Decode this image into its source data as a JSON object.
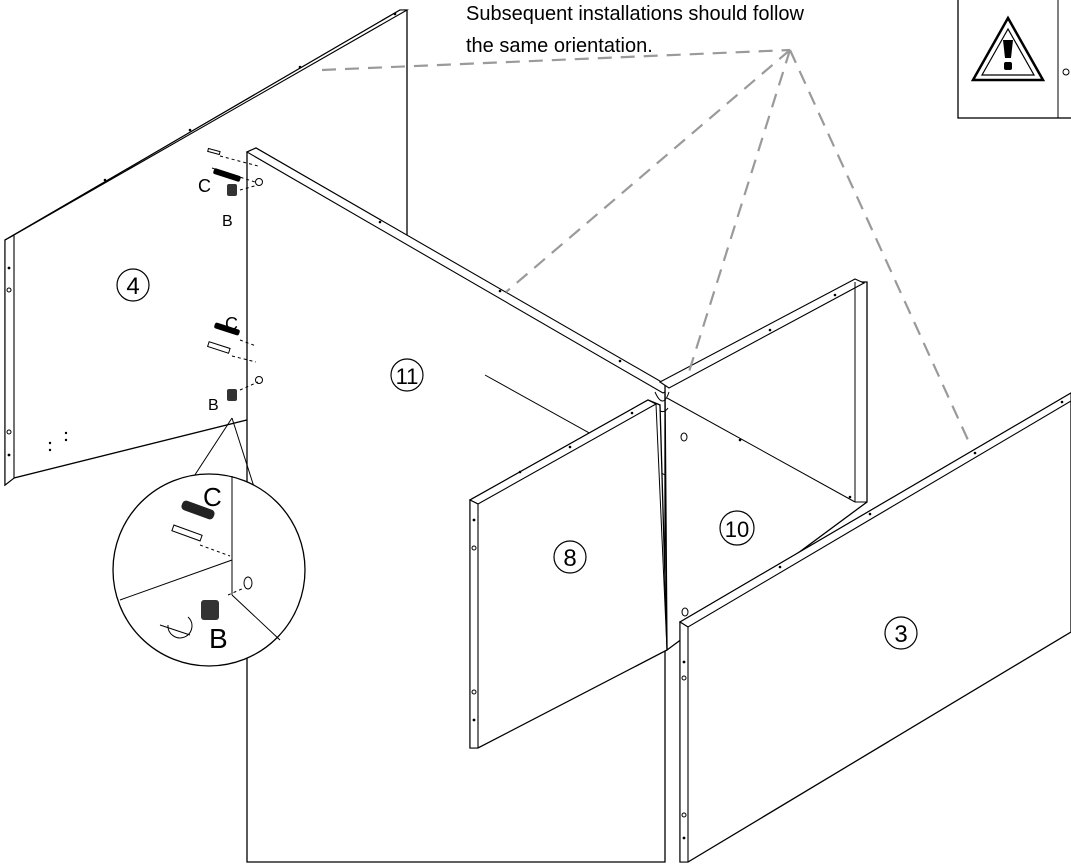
{
  "note": {
    "line1": "Subsequent installations should follow",
    "line2": "the same orientation."
  },
  "warning_box": {
    "icon": "warning-triangle-icon"
  },
  "parts": {
    "p4": "4",
    "p11": "11",
    "p10": "10",
    "p8": "8",
    "p3": "3"
  },
  "hardware": {
    "cam_dowel": "C",
    "cam_lock": "B"
  }
}
